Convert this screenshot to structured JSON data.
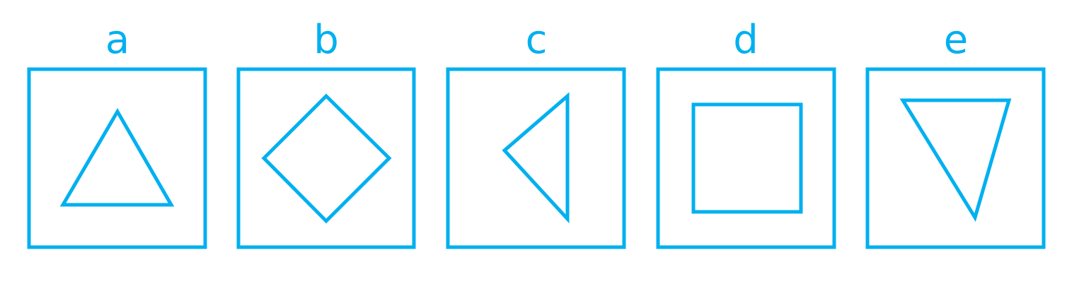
{
  "colors": {
    "stroke": "#00B0F0",
    "background": "#FFFFFF"
  },
  "panels": [
    {
      "label": "a",
      "shape": "triangle-up-icon"
    },
    {
      "label": "b",
      "shape": "diamond-icon"
    },
    {
      "label": "c",
      "shape": "triangle-left-icon"
    },
    {
      "label": "d",
      "shape": "square-icon"
    },
    {
      "label": "e",
      "shape": "triangle-down-icon"
    }
  ]
}
